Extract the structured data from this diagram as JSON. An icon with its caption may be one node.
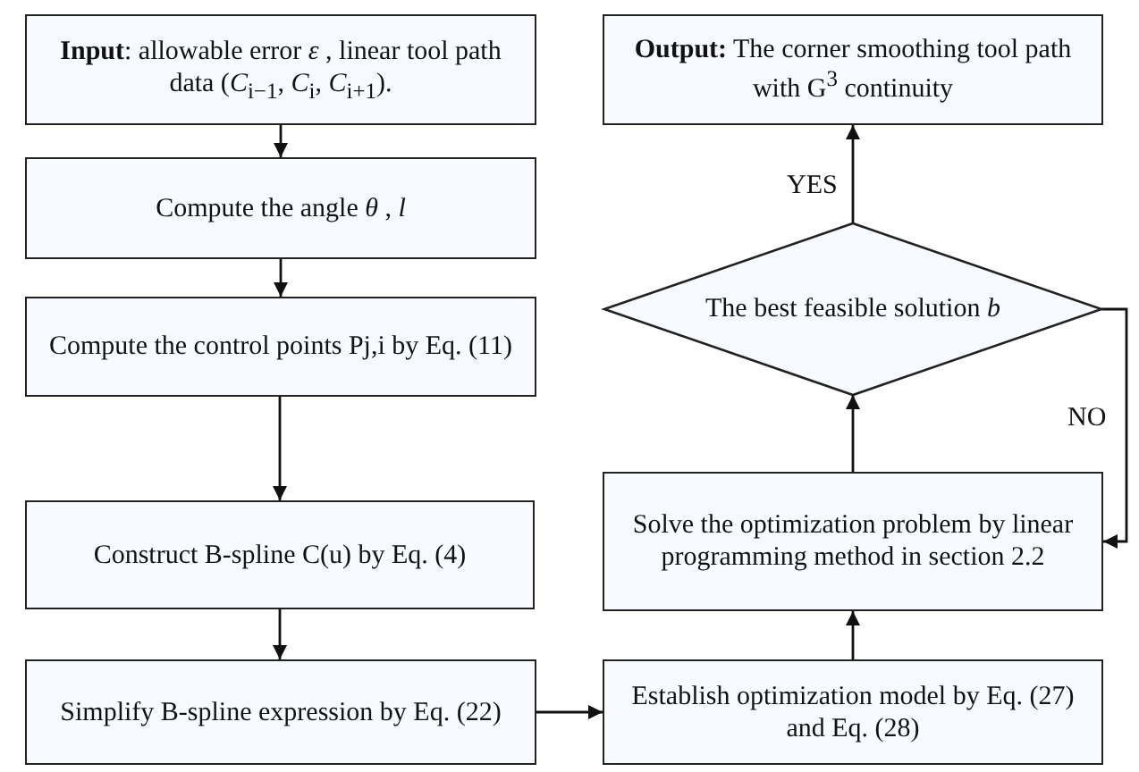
{
  "diagram": {
    "nodes": [
      {
        "text": [
          "**Input**: allowable error *ε* , linear tool path data (*C*$_{i−1}$, *C*$_{i}$, *C*$_{i+1}$)."
        ]
      },
      {
        "text": [
          "Compute the angle *θ* , *l*"
        ]
      },
      {
        "text": [
          "Compute the control points Pj,i by Eq. (11)"
        ]
      },
      {
        "text": [
          "Construct B-spline C(u) by Eq. (4)"
        ]
      },
      {
        "text": [
          "Simplify B-spline expression by Eq. (22)"
        ]
      },
      {
        "text": [
          "**Output:** The corner smoothing tool path with G$^{3}$ continuity"
        ]
      },
      {
        "text": [
          "The best feasible solution *b*"
        ]
      },
      {
        "text": [
          "Solve the optimization problem by  linear programming method in section 2.2"
        ]
      },
      {
        "text": [
          "Establish optimization model by Eq. (27) and Eq. (28)"
        ]
      }
    ],
    "edges": [
      {
        "from": 0,
        "to": 1,
        "arrow": "to"
      },
      {
        "from": 1,
        "to": 2,
        "arrow": "to"
      },
      {
        "from": 2,
        "to": 3,
        "arrow": "to"
      },
      {
        "from": 3,
        "to": 4,
        "arrow": "to"
      },
      {
        "from": 4,
        "to": 8,
        "arrow": "to"
      },
      {
        "from": 8,
        "to": 7,
        "arrow": "to"
      },
      {
        "from": 7,
        "to": 6,
        "arrow": "to"
      },
      {
        "from": 6,
        "to": 5,
        "arrow": "to",
        "label": "YES"
      },
      {
        "from": 6,
        "to": 7,
        "arrow": "to",
        "label": "NO"
      }
    ]
  }
}
